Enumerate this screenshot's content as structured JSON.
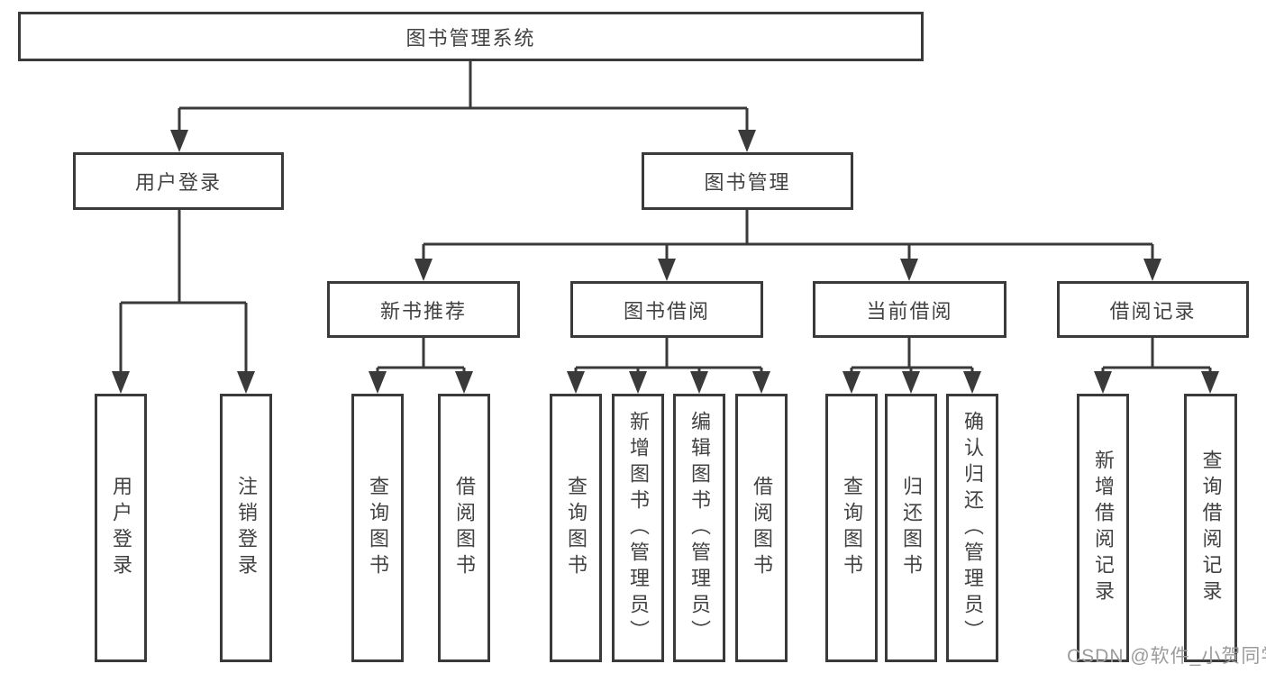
{
  "diagram": {
    "type": "hierarchy-tree",
    "tree": {
      "label": "图书管理系统",
      "children": [
        {
          "label": "用户登录",
          "children": [
            {
              "label": "用户登录"
            },
            {
              "label": "注销登录"
            }
          ]
        },
        {
          "label": "图书管理",
          "children": [
            {
              "label": "新书推荐",
              "children": [
                {
                  "label": "查询图书"
                },
                {
                  "label": "借阅图书"
                }
              ]
            },
            {
              "label": "图书借阅",
              "children": [
                {
                  "label": "查询图书"
                },
                {
                  "label": "新增图书（管理员）"
                },
                {
                  "label": "编辑图书（管理员）"
                },
                {
                  "label": "借阅图书"
                }
              ]
            },
            {
              "label": "当前借阅",
              "children": [
                {
                  "label": "查询图书"
                },
                {
                  "label": "归还图书"
                },
                {
                  "label": "确认归还（管理员）"
                }
              ]
            },
            {
              "label": "借阅记录",
              "children": [
                {
                  "label": "新增借阅记录"
                },
                {
                  "label": "查询借阅记录"
                }
              ]
            }
          ]
        }
      ]
    }
  },
  "watermark": {
    "text": "CSDN @软件_小贺同学"
  },
  "colors": {
    "background": "#ffffff",
    "border": "#3a3a3a",
    "connector": "#3a3a3a",
    "text": "#424242",
    "watermark": "#9b9b9b"
  }
}
